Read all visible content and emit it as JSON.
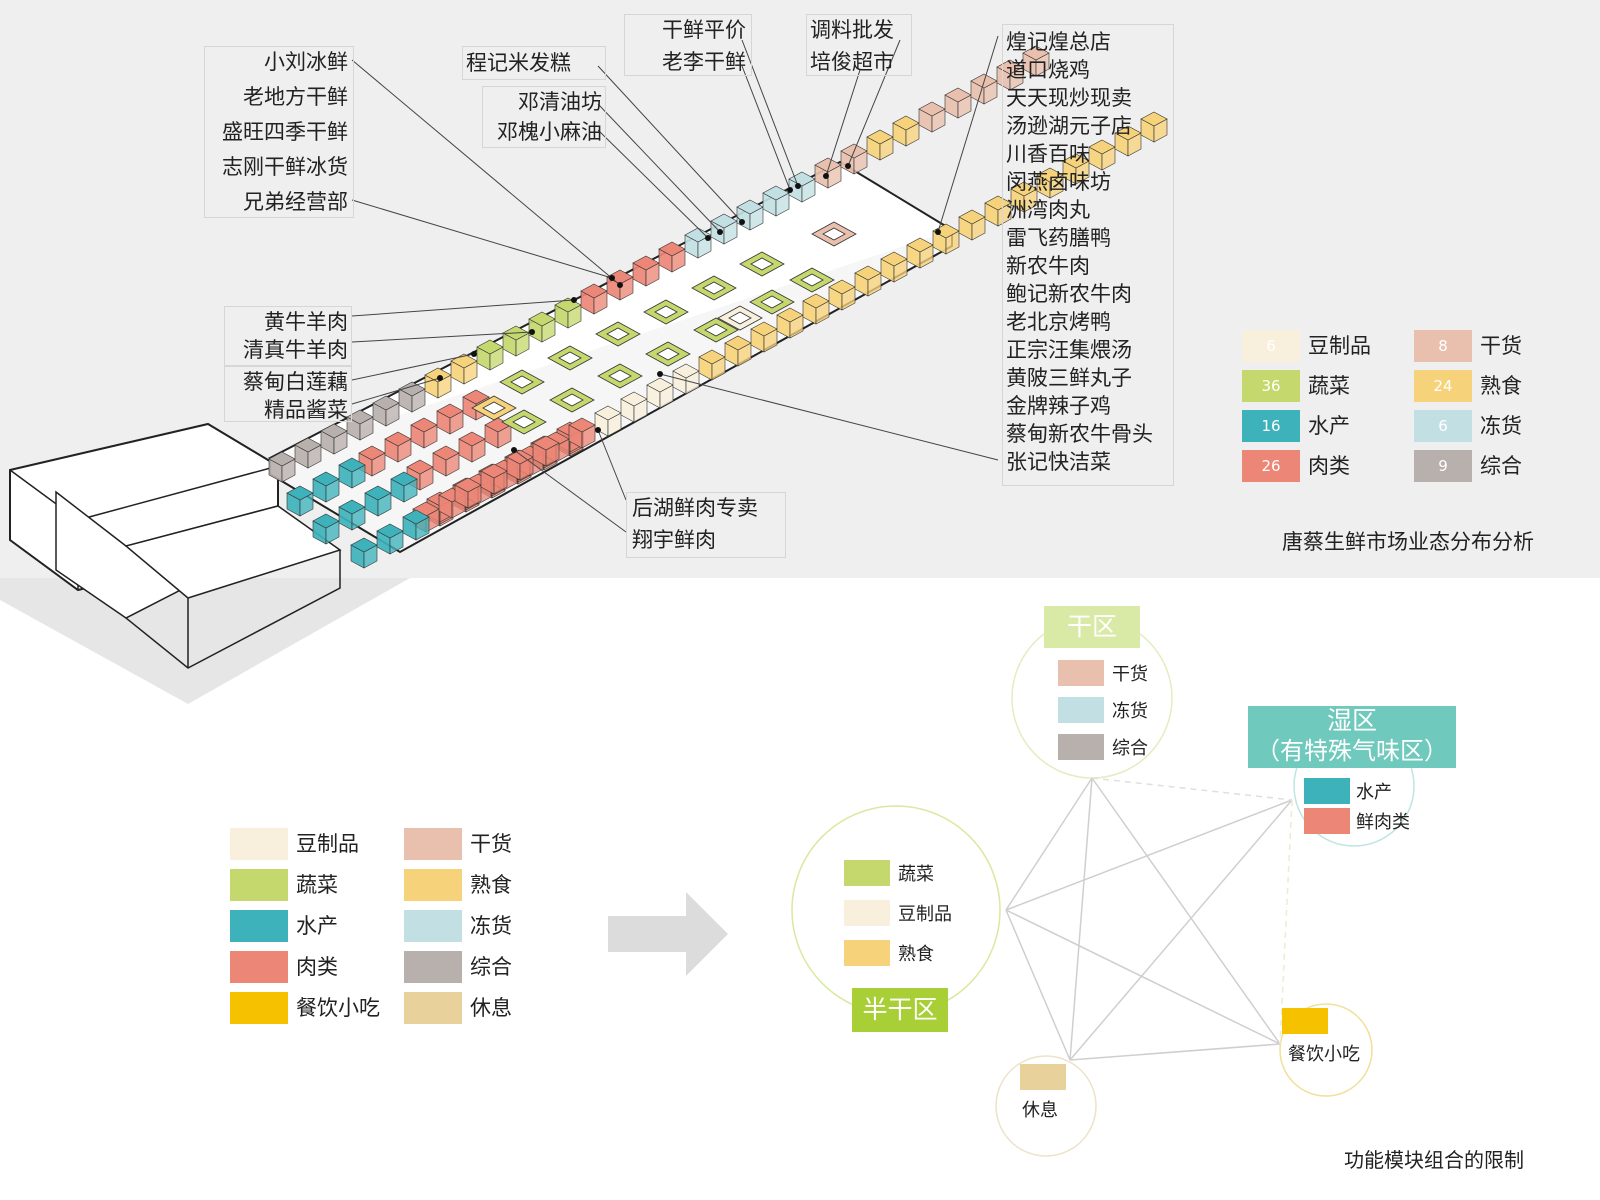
{
  "diagram1": {
    "title": "唐蔡生鲜市场业态分布分析",
    "labels_left": [
      "小刘冰鲜",
      "老地方干鲜",
      "盛旺四季干鲜",
      "志刚干鲜冰货",
      "兄弟经营部"
    ],
    "labels_meat": [
      "黄牛羊肉",
      "清真牛羊肉"
    ],
    "labels_veg": [
      "蔡甸白莲藕",
      "精品酱菜"
    ],
    "labels_mid1": [
      "程记米发糕"
    ],
    "labels_mid2": [
      "邓清油坊",
      "邓槐小麻油"
    ],
    "labels_top1": [
      "干鲜平价",
      "老李干鲜"
    ],
    "labels_top2": [
      "调料批发",
      "培俊超市"
    ],
    "labels_bottom": [
      "后湖鲜肉专卖",
      "翔宇鲜肉"
    ],
    "labels_right": [
      "煌记煌总店",
      "道口烧鸡",
      "天天现炒现卖",
      "汤逊湖元子店",
      "川香百味",
      "闵燕卤味坊",
      "洲湾肉丸",
      "雷飞药膳鸭",
      "新农牛肉",
      "鲍记新农牛肉",
      "老北京烤鸭",
      "正宗汪集煨汤",
      "黄陂三鲜丸子",
      "金牌辣子鸡",
      "蔡甸新农牛骨头",
      "张记快洁菜"
    ],
    "legend": [
      {
        "count": "6",
        "name": "豆制品",
        "color": "#f8f0dc"
      },
      {
        "count": "36",
        "name": "蔬菜",
        "color": "#c4d86e"
      },
      {
        "count": "16",
        "name": "水产",
        "color": "#3eb2bb"
      },
      {
        "count": "26",
        "name": "肉类",
        "color": "#ec8676"
      },
      {
        "count": "8",
        "name": "干货",
        "color": "#e9c0ad"
      },
      {
        "count": "24",
        "name": "熟食",
        "color": "#f6d27a"
      },
      {
        "count": "6",
        "name": "冻货",
        "color": "#c2e0e3"
      },
      {
        "count": "9",
        "name": "综合",
        "color": "#b8b0ad"
      }
    ]
  },
  "diagram2": {
    "title": "功能模块组合的限制",
    "legend": [
      {
        "name": "豆制品",
        "color": "#f8f0dc"
      },
      {
        "name": "蔬菜",
        "color": "#c4d86e"
      },
      {
        "name": "水产",
        "color": "#3eb2bb"
      },
      {
        "name": "肉类",
        "color": "#ec8676"
      },
      {
        "name": "餐饮小吃",
        "color": "#f6c200"
      },
      {
        "name": "干货",
        "color": "#e9c0ad"
      },
      {
        "name": "熟食",
        "color": "#f6d27a"
      },
      {
        "name": "冻货",
        "color": "#c2e0e3"
      },
      {
        "name": "综合",
        "color": "#b8b0ad"
      },
      {
        "name": "休息",
        "color": "#e8d19a"
      }
    ],
    "zones": {
      "dry": {
        "title": "干区",
        "items": [
          "干货",
          "冻货",
          "综合"
        ]
      },
      "wet": {
        "title": "湿区",
        "subtitle": "（有特殊气味区）",
        "items": [
          "水产",
          "鲜肉类"
        ]
      },
      "semi": {
        "title": "半干区",
        "items": [
          "蔬菜",
          "豆制品",
          "熟食"
        ]
      },
      "rest": {
        "items": [
          "休息"
        ]
      },
      "food": {
        "items": [
          "餐饮小吃"
        ]
      }
    }
  }
}
